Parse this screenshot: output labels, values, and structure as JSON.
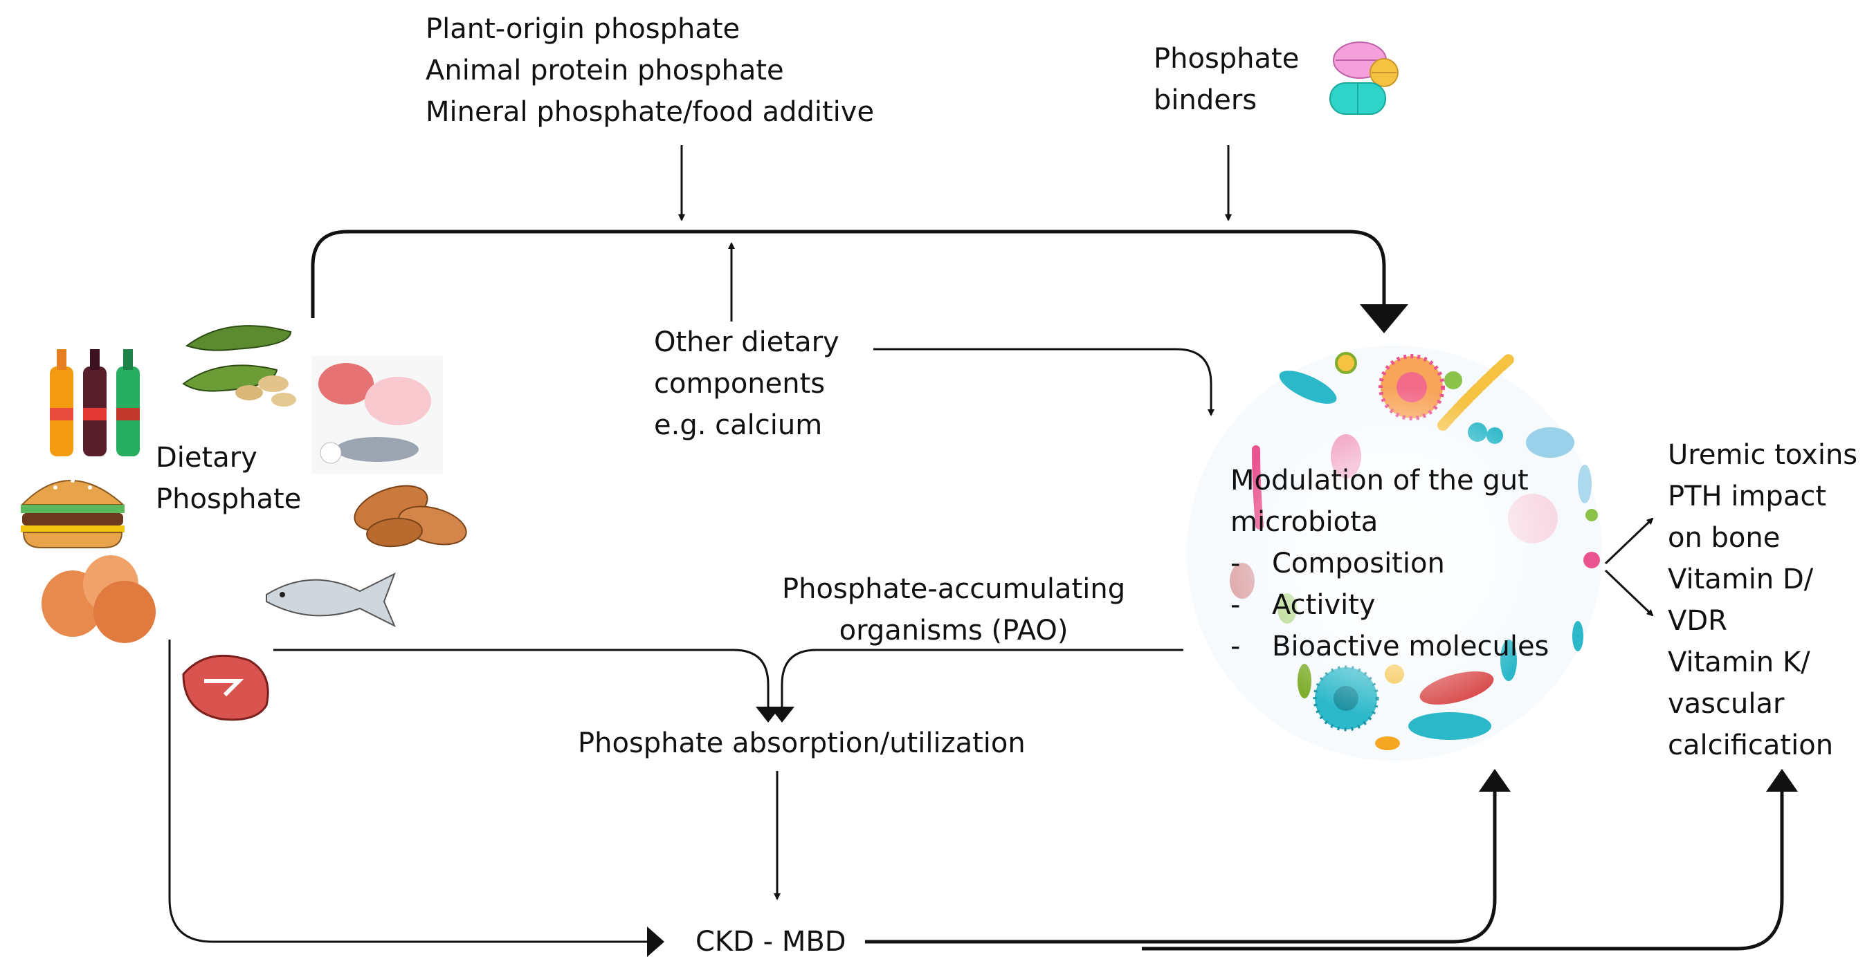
{
  "sources": [
    "Plant-origin phosphate",
    "Animal protein phosphate",
    "Mineral phosphate/food additive"
  ],
  "binders": [
    "Phosphate",
    "binders"
  ],
  "dietary_phosphate": [
    "Dietary",
    "Phosphate"
  ],
  "other_components": [
    "Other dietary",
    "components",
    "e.g. calcium"
  ],
  "pao": [
    "Phosphate-accumulating",
    "organisms (PAO)"
  ],
  "absorption": "Phosphate absorption/utilization",
  "ckd": "CKD - MBD",
  "microbiota": {
    "title_lines": [
      "Modulation of the gut",
      "microbiota"
    ],
    "bullet_marker": "-",
    "bullets": [
      "Composition",
      "Activity",
      "Bioactive molecules"
    ]
  },
  "outcomes": [
    "Uremic toxins",
    "PTH impact",
    "on bone",
    "Vitamin D/",
    "VDR",
    "Vitamin K/",
    "vascular",
    "calcification"
  ],
  "colors": {
    "line": "#111111",
    "accent_teal": "#2bb8c9",
    "accent_orange": "#f5a623",
    "accent_pink": "#e9538f"
  }
}
